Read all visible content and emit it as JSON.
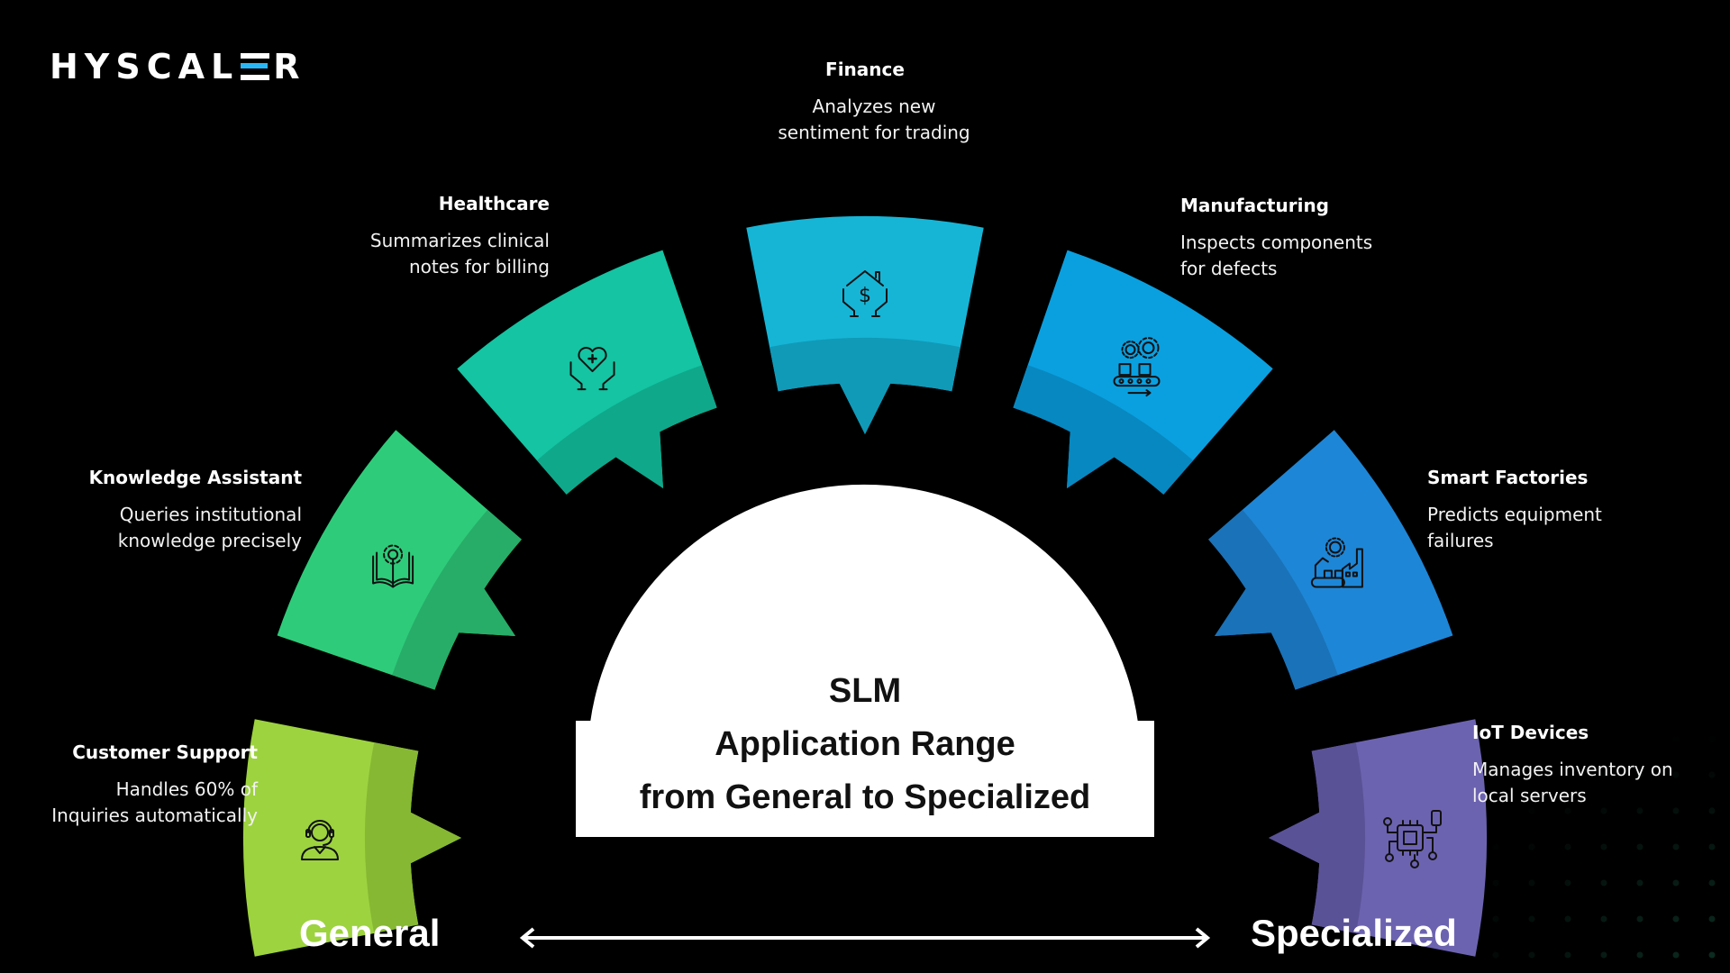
{
  "brand": {
    "logo_left": "HYSCAL",
    "logo_right": "R",
    "accent_color": "#29b6f6"
  },
  "center": {
    "line1": "SLM",
    "line2": "Application Range",
    "line3": "from General to Specialized"
  },
  "axis": {
    "left_label": "General",
    "right_label": "Specialized"
  },
  "segments": [
    {
      "id": "customer-support",
      "title": "Customer Support",
      "description_l1": "Handles 60% of",
      "description_l2": "Inquiries automatically",
      "color": "#9dd33f",
      "shade": "#86b833",
      "icon": "headset-agent-icon"
    },
    {
      "id": "knowledge-assistant",
      "title": "Knowledge Assistant",
      "description_l1": "Queries institutional",
      "description_l2": "knowledge precisely",
      "color": "#2ecc7a",
      "shade": "#27ad68",
      "icon": "book-gear-icon"
    },
    {
      "id": "healthcare",
      "title": "Healthcare",
      "description_l1": "Summarizes clinical",
      "description_l2": "notes for billing",
      "color": "#14c4a2",
      "shade": "#0fa88b",
      "icon": "heart-hands-icon"
    },
    {
      "id": "finance",
      "title": "Finance",
      "description_l1": "Analyzes new",
      "description_l2": "sentiment for trading",
      "color": "#16b5d6",
      "shade": "#109ab8",
      "icon": "house-dollar-hands-icon"
    },
    {
      "id": "manufacturing",
      "title": "Manufacturing",
      "description_l1": "Inspects components",
      "description_l2": "for defects",
      "color": "#0aa0e0",
      "shade": "#0888c0",
      "icon": "conveyor-gears-icon"
    },
    {
      "id": "smart-factories",
      "title": "Smart Factories",
      "description_l1": "Predicts equipment",
      "description_l2": "failures",
      "color": "#1e86d6",
      "shade": "#1a72b8",
      "icon": "factory-robot-icon"
    },
    {
      "id": "iot-devices",
      "title": "IoT Devices",
      "description_l1": "Manages inventory on",
      "description_l2": "local servers",
      "color": "#6c63b0",
      "shade": "#5a5296",
      "icon": "chip-circuit-icon"
    }
  ]
}
